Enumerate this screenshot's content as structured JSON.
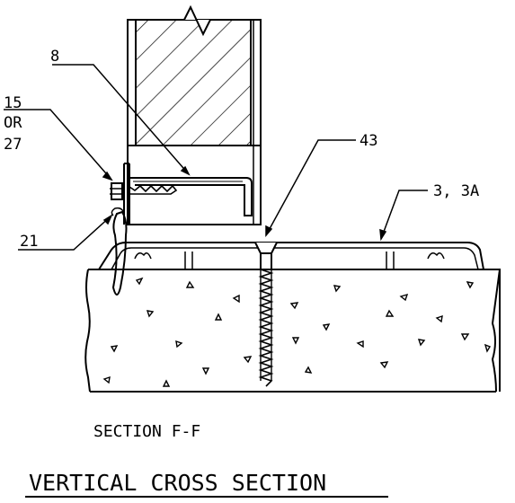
{
  "callouts": {
    "c8": "8",
    "c15": "15",
    "cOR": "OR",
    "c27": "27",
    "c43": "43",
    "c3": "3, 3A",
    "c21": "21"
  },
  "section_label": "SECTION F-F",
  "title": "VERTICAL CROSS SECTION",
  "colors": {
    "line": "#000000",
    "background": "#ffffff"
  }
}
